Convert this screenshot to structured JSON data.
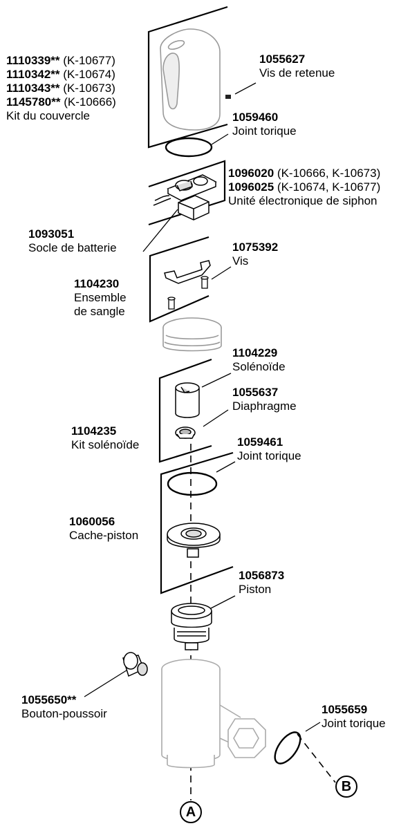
{
  "parts": {
    "cover_kit": {
      "lines": [
        {
          "code": "1110339**",
          "model": "(K-10677)"
        },
        {
          "code": "1110342**",
          "model": "(K-10674)"
        },
        {
          "code": "1110343**",
          "model": "(K-10673)"
        },
        {
          "code": "1145780**",
          "model": "(K-10666)"
        }
      ],
      "name": "Kit du couvercle"
    },
    "retaining_screw": {
      "code": "1055627",
      "name": "Vis de retenue"
    },
    "o_ring_top": {
      "code": "1059460",
      "name": "Joint torique"
    },
    "electronic_unit": {
      "lines": [
        {
          "code": "1096020",
          "model": "(K-10666, K-10673)"
        },
        {
          "code": "1096025",
          "model": "(K-10674, K-10677)"
        }
      ],
      "name": "Unité électronique de siphon"
    },
    "battery_base": {
      "code": "1093051",
      "name": "Socle de batterie"
    },
    "screw": {
      "code": "1075392",
      "name": "Vis"
    },
    "strap_assembly": {
      "code": "1104230",
      "name_line1": "Ensemble",
      "name_line2": "de sangle"
    },
    "solenoid": {
      "code": "1104229",
      "name": "Solénoïde"
    },
    "diaphragm": {
      "code": "1055637",
      "name": "Diaphragme"
    },
    "solenoid_kit": {
      "code": "1104235",
      "name": "Kit solénoïde"
    },
    "o_ring_mid": {
      "code": "1059461",
      "name": "Joint torique"
    },
    "piston_cover": {
      "code": "1060056",
      "name": "Cache-piston"
    },
    "piston": {
      "code": "1056873",
      "name": "Piston"
    },
    "push_button": {
      "code": "1055650**",
      "name": "Bouton-poussoir"
    },
    "o_ring_side": {
      "code": "1055659",
      "name": "Joint torique"
    }
  },
  "callouts": {
    "a": "A",
    "b": "B"
  }
}
